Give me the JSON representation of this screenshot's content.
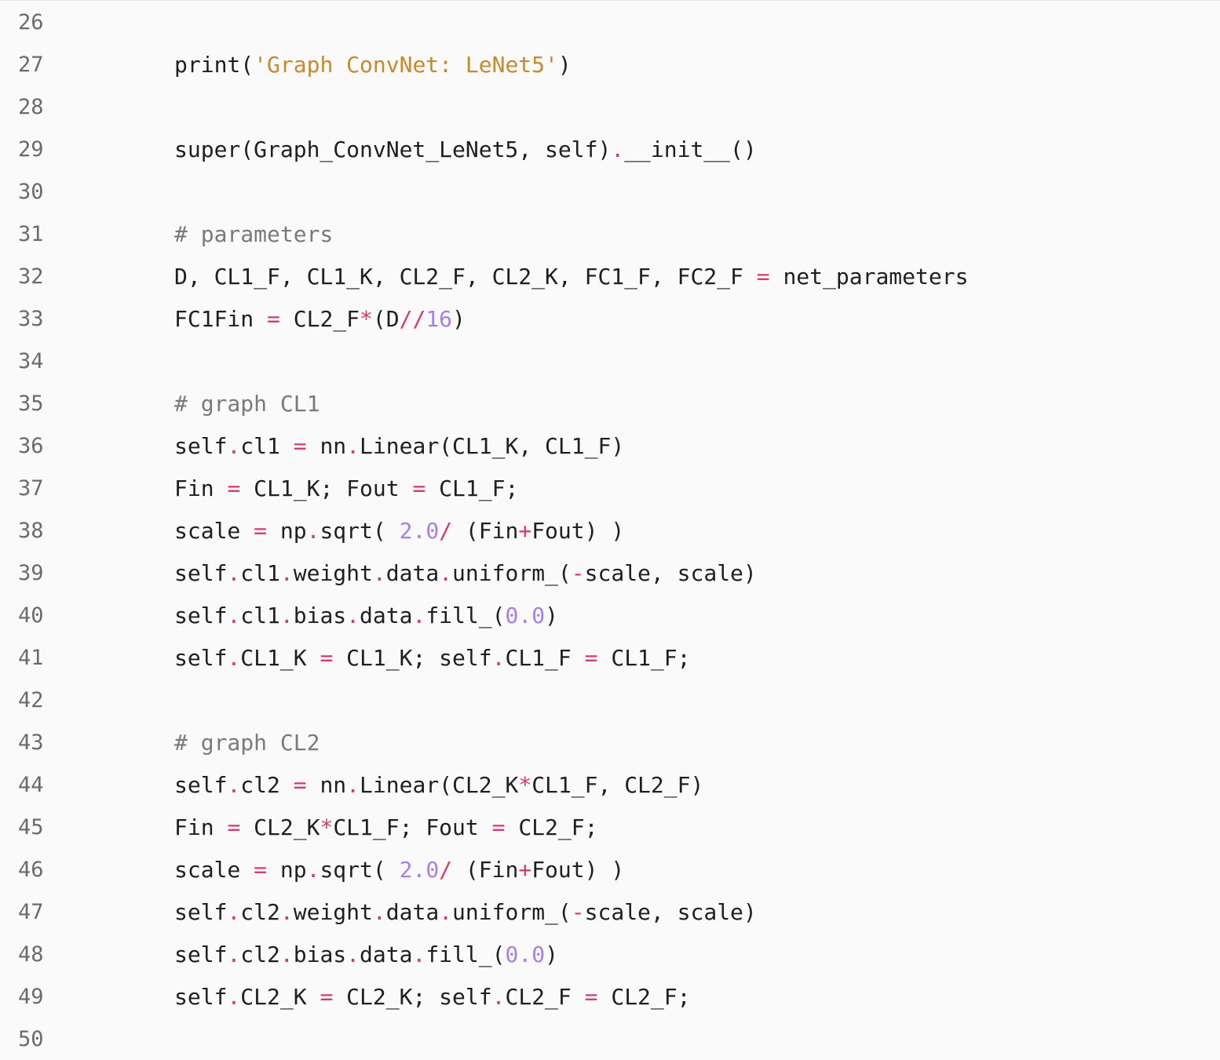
{
  "colors": {
    "background": "#fafafa",
    "text": "#1f1f1f",
    "line_number": "#6b6b6b",
    "operator": "#d73a6b",
    "string": "#c8892a",
    "number": "#a97ee6",
    "comment": "#7a7a7a"
  },
  "code": {
    "lines": [
      {
        "num": "26",
        "tokens": []
      },
      {
        "num": "27",
        "tokens": [
          {
            "t": "plain",
            "v": "print("
          },
          {
            "t": "str",
            "v": "'Graph ConvNet: LeNet5'"
          },
          {
            "t": "plain",
            "v": ")"
          }
        ]
      },
      {
        "num": "28",
        "tokens": []
      },
      {
        "num": "29",
        "tokens": [
          {
            "t": "plain",
            "v": "super(Graph_ConvNet_LeNet5, self)"
          },
          {
            "t": "op",
            "v": "."
          },
          {
            "t": "plain",
            "v": "__init__()"
          }
        ]
      },
      {
        "num": "30",
        "tokens": []
      },
      {
        "num": "31",
        "tokens": [
          {
            "t": "comment",
            "v": "# parameters"
          }
        ]
      },
      {
        "num": "32",
        "tokens": [
          {
            "t": "plain",
            "v": "D, CL1_F, CL1_K, CL2_F, CL2_K, FC1_F, FC2_F "
          },
          {
            "t": "op",
            "v": "="
          },
          {
            "t": "plain",
            "v": " net_parameters"
          }
        ]
      },
      {
        "num": "33",
        "tokens": [
          {
            "t": "plain",
            "v": "FC1Fin "
          },
          {
            "t": "op",
            "v": "="
          },
          {
            "t": "plain",
            "v": " CL2_F"
          },
          {
            "t": "op",
            "v": "*"
          },
          {
            "t": "plain",
            "v": "(D"
          },
          {
            "t": "op",
            "v": "//"
          },
          {
            "t": "num",
            "v": "16"
          },
          {
            "t": "plain",
            "v": ")"
          }
        ]
      },
      {
        "num": "34",
        "tokens": []
      },
      {
        "num": "35",
        "tokens": [
          {
            "t": "comment",
            "v": "# graph CL1"
          }
        ]
      },
      {
        "num": "36",
        "tokens": [
          {
            "t": "plain",
            "v": "self"
          },
          {
            "t": "op",
            "v": "."
          },
          {
            "t": "plain",
            "v": "cl1 "
          },
          {
            "t": "op",
            "v": "="
          },
          {
            "t": "plain",
            "v": " nn"
          },
          {
            "t": "op",
            "v": "."
          },
          {
            "t": "plain",
            "v": "Linear(CL1_K, CL1_F)"
          }
        ]
      },
      {
        "num": "37",
        "tokens": [
          {
            "t": "plain",
            "v": "Fin "
          },
          {
            "t": "op",
            "v": "="
          },
          {
            "t": "plain",
            "v": " CL1_K; Fout "
          },
          {
            "t": "op",
            "v": "="
          },
          {
            "t": "plain",
            "v": " CL1_F;"
          }
        ]
      },
      {
        "num": "38",
        "tokens": [
          {
            "t": "plain",
            "v": "scale "
          },
          {
            "t": "op",
            "v": "="
          },
          {
            "t": "plain",
            "v": " np"
          },
          {
            "t": "op",
            "v": "."
          },
          {
            "t": "plain",
            "v": "sqrt( "
          },
          {
            "t": "num",
            "v": "2.0"
          },
          {
            "t": "op",
            "v": "/"
          },
          {
            "t": "plain",
            "v": " (Fin"
          },
          {
            "t": "op",
            "v": "+"
          },
          {
            "t": "plain",
            "v": "Fout) )"
          }
        ]
      },
      {
        "num": "39",
        "tokens": [
          {
            "t": "plain",
            "v": "self"
          },
          {
            "t": "op",
            "v": "."
          },
          {
            "t": "plain",
            "v": "cl1"
          },
          {
            "t": "op",
            "v": "."
          },
          {
            "t": "plain",
            "v": "weight"
          },
          {
            "t": "op",
            "v": "."
          },
          {
            "t": "plain",
            "v": "data"
          },
          {
            "t": "op",
            "v": "."
          },
          {
            "t": "plain",
            "v": "uniform_("
          },
          {
            "t": "op",
            "v": "-"
          },
          {
            "t": "plain",
            "v": "scale, scale)"
          }
        ]
      },
      {
        "num": "40",
        "tokens": [
          {
            "t": "plain",
            "v": "self"
          },
          {
            "t": "op",
            "v": "."
          },
          {
            "t": "plain",
            "v": "cl1"
          },
          {
            "t": "op",
            "v": "."
          },
          {
            "t": "plain",
            "v": "bias"
          },
          {
            "t": "op",
            "v": "."
          },
          {
            "t": "plain",
            "v": "data"
          },
          {
            "t": "op",
            "v": "."
          },
          {
            "t": "plain",
            "v": "fill_("
          },
          {
            "t": "num",
            "v": "0.0"
          },
          {
            "t": "plain",
            "v": ")"
          }
        ]
      },
      {
        "num": "41",
        "tokens": [
          {
            "t": "plain",
            "v": "self"
          },
          {
            "t": "op",
            "v": "."
          },
          {
            "t": "plain",
            "v": "CL1_K "
          },
          {
            "t": "op",
            "v": "="
          },
          {
            "t": "plain",
            "v": " CL1_K; self"
          },
          {
            "t": "op",
            "v": "."
          },
          {
            "t": "plain",
            "v": "CL1_F "
          },
          {
            "t": "op",
            "v": "="
          },
          {
            "t": "plain",
            "v": " CL1_F;"
          }
        ]
      },
      {
        "num": "42",
        "tokens": []
      },
      {
        "num": "43",
        "tokens": [
          {
            "t": "comment",
            "v": "# graph CL2"
          }
        ]
      },
      {
        "num": "44",
        "tokens": [
          {
            "t": "plain",
            "v": "self"
          },
          {
            "t": "op",
            "v": "."
          },
          {
            "t": "plain",
            "v": "cl2 "
          },
          {
            "t": "op",
            "v": "="
          },
          {
            "t": "plain",
            "v": " nn"
          },
          {
            "t": "op",
            "v": "."
          },
          {
            "t": "plain",
            "v": "Linear(CL2_K"
          },
          {
            "t": "op",
            "v": "*"
          },
          {
            "t": "plain",
            "v": "CL1_F, CL2_F)"
          }
        ]
      },
      {
        "num": "45",
        "tokens": [
          {
            "t": "plain",
            "v": "Fin "
          },
          {
            "t": "op",
            "v": "="
          },
          {
            "t": "plain",
            "v": " CL2_K"
          },
          {
            "t": "op",
            "v": "*"
          },
          {
            "t": "plain",
            "v": "CL1_F; Fout "
          },
          {
            "t": "op",
            "v": "="
          },
          {
            "t": "plain",
            "v": " CL2_F;"
          }
        ]
      },
      {
        "num": "46",
        "tokens": [
          {
            "t": "plain",
            "v": "scale "
          },
          {
            "t": "op",
            "v": "="
          },
          {
            "t": "plain",
            "v": " np"
          },
          {
            "t": "op",
            "v": "."
          },
          {
            "t": "plain",
            "v": "sqrt( "
          },
          {
            "t": "num",
            "v": "2.0"
          },
          {
            "t": "op",
            "v": "/"
          },
          {
            "t": "plain",
            "v": " (Fin"
          },
          {
            "t": "op",
            "v": "+"
          },
          {
            "t": "plain",
            "v": "Fout) )"
          }
        ]
      },
      {
        "num": "47",
        "tokens": [
          {
            "t": "plain",
            "v": "self"
          },
          {
            "t": "op",
            "v": "."
          },
          {
            "t": "plain",
            "v": "cl2"
          },
          {
            "t": "op",
            "v": "."
          },
          {
            "t": "plain",
            "v": "weight"
          },
          {
            "t": "op",
            "v": "."
          },
          {
            "t": "plain",
            "v": "data"
          },
          {
            "t": "op",
            "v": "."
          },
          {
            "t": "plain",
            "v": "uniform_("
          },
          {
            "t": "op",
            "v": "-"
          },
          {
            "t": "plain",
            "v": "scale, scale)"
          }
        ]
      },
      {
        "num": "48",
        "tokens": [
          {
            "t": "plain",
            "v": "self"
          },
          {
            "t": "op",
            "v": "."
          },
          {
            "t": "plain",
            "v": "cl2"
          },
          {
            "t": "op",
            "v": "."
          },
          {
            "t": "plain",
            "v": "bias"
          },
          {
            "t": "op",
            "v": "."
          },
          {
            "t": "plain",
            "v": "data"
          },
          {
            "t": "op",
            "v": "."
          },
          {
            "t": "plain",
            "v": "fill_("
          },
          {
            "t": "num",
            "v": "0.0"
          },
          {
            "t": "plain",
            "v": ")"
          }
        ]
      },
      {
        "num": "49",
        "tokens": [
          {
            "t": "plain",
            "v": "self"
          },
          {
            "t": "op",
            "v": "."
          },
          {
            "t": "plain",
            "v": "CL2_K "
          },
          {
            "t": "op",
            "v": "="
          },
          {
            "t": "plain",
            "v": " CL2_K; self"
          },
          {
            "t": "op",
            "v": "."
          },
          {
            "t": "plain",
            "v": "CL2_F "
          },
          {
            "t": "op",
            "v": "="
          },
          {
            "t": "plain",
            "v": " CL2_F;"
          }
        ]
      },
      {
        "num": "50",
        "tokens": []
      }
    ]
  }
}
